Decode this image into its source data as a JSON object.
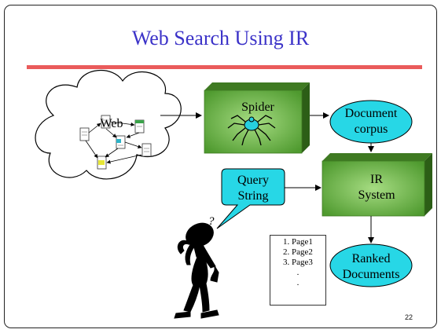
{
  "slide": {
    "title": "Web Search Using IR",
    "page_number": "22"
  },
  "nodes": {
    "web": "Web",
    "spider": "Spider",
    "corpus_line1": "Document",
    "corpus_line2": "corpus",
    "ir_line1": "IR",
    "ir_line2": "System",
    "query_line1": "Query",
    "query_line2": "String",
    "ranked_line1": "Ranked",
    "ranked_line2": "Documents"
  },
  "ranked_list": [
    "1. Page1",
    "2. Page2",
    "3. Page3",
    ".",
    "."
  ],
  "thinker_mark": "?",
  "colors": {
    "title": "#3b32c8",
    "rule": "#ea5b5b",
    "box_green": "#6fb34a",
    "ellipse_cyan": "#27d7e6",
    "spider_body": "#26cfe0"
  }
}
